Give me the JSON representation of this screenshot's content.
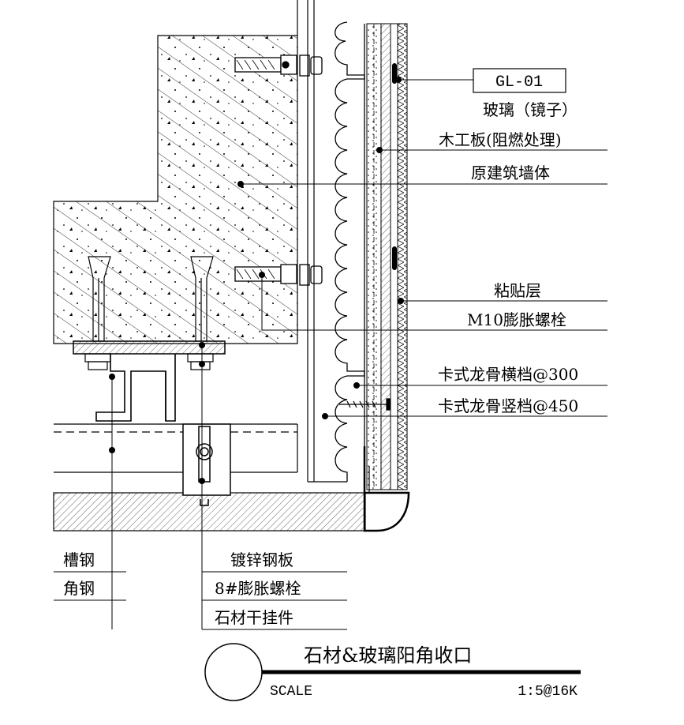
{
  "callouts_right": {
    "material_code": "GL-01",
    "glass": "玻璃（镜子）",
    "plywood": "木工板(阻燃处理)",
    "original_wall": "原建筑墙体",
    "adhesive_layer": "粘贴层",
    "m10_bolt": "M10膨胀螺栓",
    "keel_horizontal": "卡式龙骨横档@300",
    "keel_vertical": "卡式龙骨竖档@450"
  },
  "callouts_bottom": {
    "channel_steel": "槽钢",
    "angle_steel": "角钢",
    "galvanized_plate": "镀锌钢板",
    "bolt_8": "8#膨胀螺栓",
    "stone_hanger": "石材干挂件"
  },
  "title_block": {
    "title": "石材&玻璃阳角收口",
    "scale_label": "SCALE",
    "scale_value": "1:5@16K"
  }
}
